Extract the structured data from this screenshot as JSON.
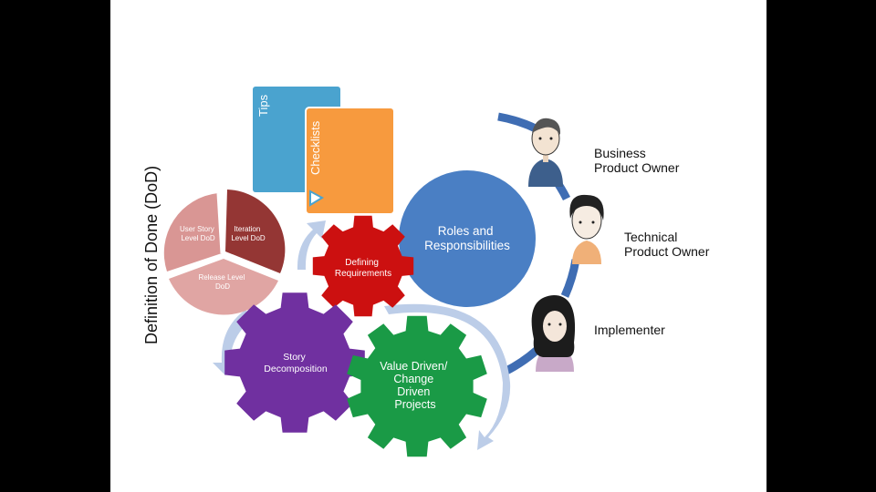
{
  "title": "Definition of Done (DoD)",
  "tabs": {
    "tips": "Tips",
    "checklists": "Checklists"
  },
  "pie": {
    "user_story": [
      "User Story",
      "Level DoD"
    ],
    "iteration": [
      "Iteration",
      "Level DoD"
    ],
    "release": [
      "Release Level",
      "DoD"
    ]
  },
  "gears": {
    "defining": [
      "Defining",
      "Requirements"
    ],
    "story": [
      "Story",
      "Decomposition"
    ],
    "value": [
      "Value Driven/",
      "Change",
      "Driven",
      "Projects"
    ]
  },
  "circle": [
    "Roles and",
    "Responsibilities"
  ],
  "roles": {
    "business": [
      "Business",
      "Product Owner"
    ],
    "technical": [
      "Technical",
      "Product Owner"
    ],
    "implementer": [
      "Implementer"
    ]
  },
  "colors": {
    "tips": "#4aa3cf",
    "checklists": "#f79a3e",
    "pie_light": "#d99694",
    "pie_dark": "#943634",
    "gear_red": "#cc1010",
    "gear_purple": "#7030a0",
    "gear_green": "#1a9a46",
    "circle_blue": "#4a7fc4",
    "arrow": "#b4c7e7",
    "arc_blue": "#3f6db3"
  }
}
